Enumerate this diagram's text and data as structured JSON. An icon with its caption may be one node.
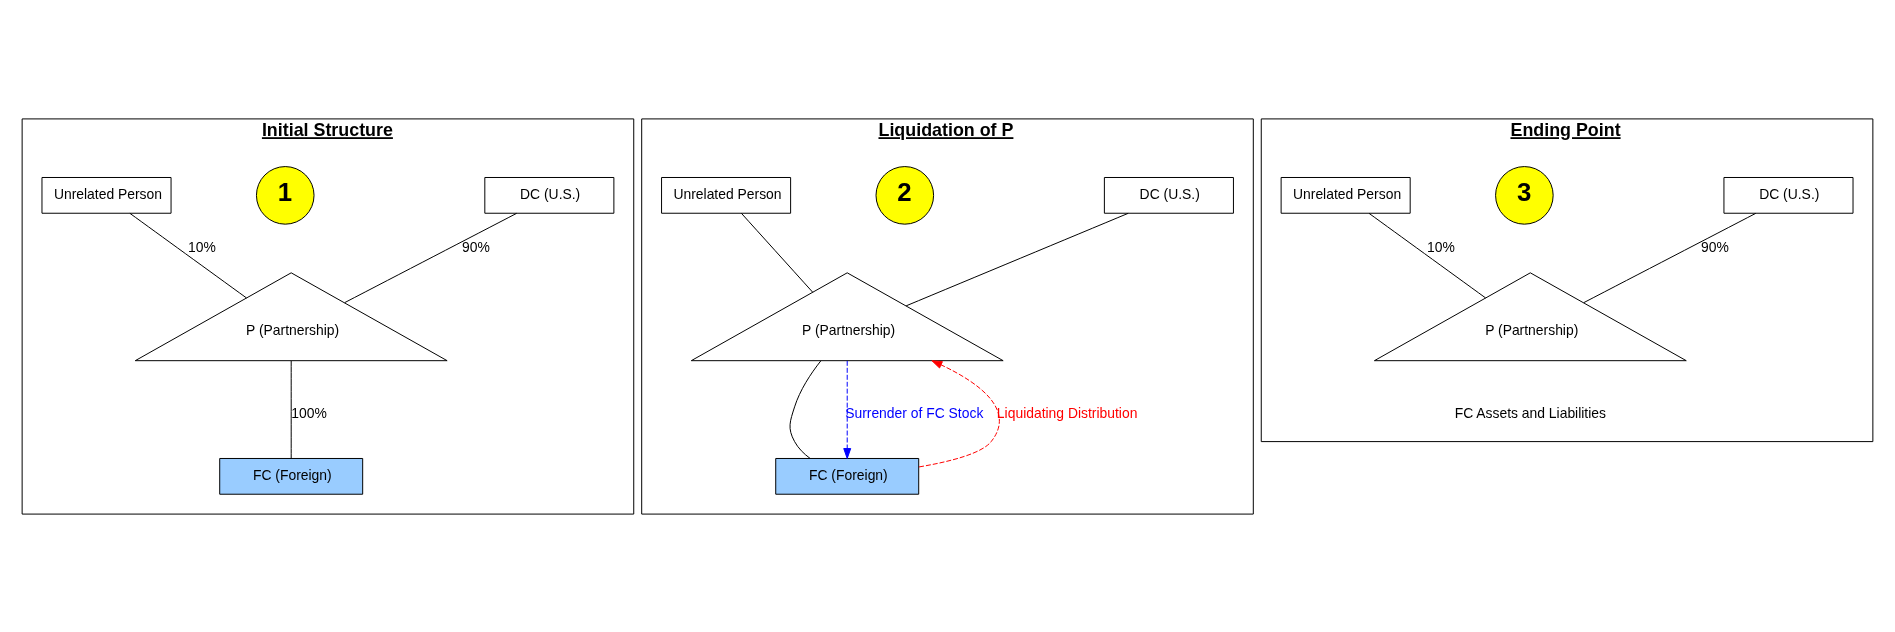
{
  "diagram": {
    "nodes": [
      {
        "text": [
          "Initial Structure"
        ]
      },
      {
        "text": [
          "1"
        ],
        "in": 0
      },
      {
        "text": [
          "DC (U.S.)"
        ],
        "in": 0
      },
      {
        "text": [
          "Unrelated Person"
        ],
        "in": 0
      },
      {
        "text": [
          "P (Partnership)"
        ],
        "in": 0
      },
      {
        "text": [
          "FC (Foreign)"
        ],
        "in": 0
      },
      {
        "text": [
          "Liquidation of P"
        ]
      },
      {
        "text": [
          "2"
        ],
        "in": 6
      },
      {
        "text": [
          "DC (U.S.)"
        ],
        "in": 6
      },
      {
        "text": [
          "Unrelated Person"
        ],
        "in": 6
      },
      {
        "text": [
          "P (Partnership)"
        ],
        "in": 6
      },
      {
        "text": [
          "FC (Foreign)"
        ],
        "in": 6
      },
      {
        "text": [
          "Ending Point"
        ]
      },
      {
        "text": [
          "3"
        ],
        "in": 12
      },
      {
        "text": [
          "DC (U.S.)"
        ],
        "in": 12
      },
      {
        "text": [
          "Unrelated Person"
        ],
        "in": 12
      },
      {
        "text": [
          "P (Partnership)"
        ],
        "in": 12,
        "beside": [
          "FC Assets and Liabilities"
        ]
      }
    ],
    "edges": [
      {
        "from": 2,
        "to": 4,
        "arrow": "none",
        "label": "90%"
      },
      {
        "from": 3,
        "to": 4,
        "arrow": "none",
        "label": "10%"
      },
      {
        "from": 4,
        "to": 5,
        "arrow": "none",
        "label": "100%"
      },
      {
        "from": 8,
        "to": 10,
        "arrow": "none"
      },
      {
        "from": 9,
        "to": 10,
        "arrow": "none"
      },
      {
        "from": 10,
        "to": 11,
        "arrow": "none"
      },
      {
        "from": 11,
        "to": 10,
        "arrow": "to",
        "label": "Liquidating Distribution",
        "style": "dashed",
        "color": "#ff0000"
      },
      {
        "from": 10,
        "to": 11,
        "arrow": "to",
        "label": "Surrender of FC Stock",
        "style": "dashed",
        "color": "#0000ff"
      },
      {
        "from": 14,
        "to": 16,
        "arrow": "none",
        "label": "90%"
      },
      {
        "from": 15,
        "to": 16,
        "arrow": "none",
        "label": "10%"
      }
    ]
  }
}
